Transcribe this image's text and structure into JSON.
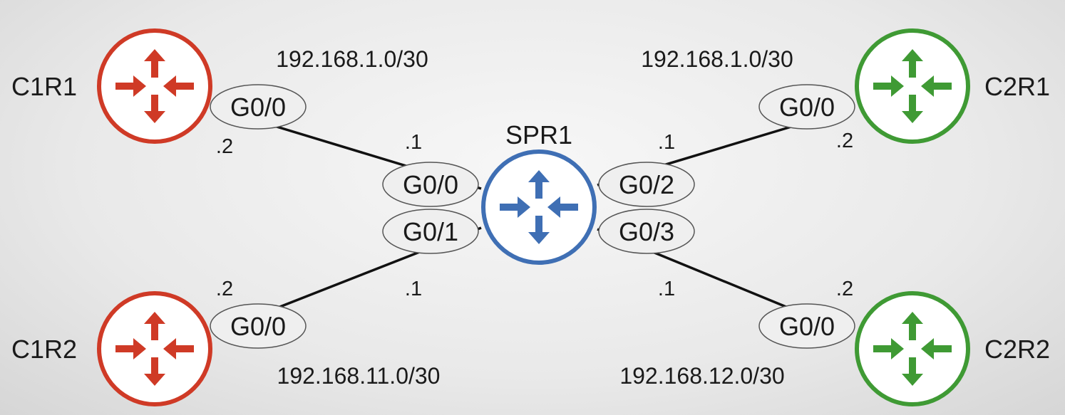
{
  "routers": {
    "c1r1": {
      "label": "C1R1",
      "color": "#cf3a26"
    },
    "c1r2": {
      "label": "C1R2",
      "color": "#cf3a26"
    },
    "spr1": {
      "label": "SPR1",
      "color": "#3f6fb4"
    },
    "c2r1": {
      "label": "C2R1",
      "color": "#3f9a34"
    },
    "c2r2": {
      "label": "C2R2",
      "color": "#3f9a34"
    }
  },
  "interfaces": {
    "c1r1_g00": "G0/0",
    "c1r2_g00": "G0/0",
    "spr1_g00": "G0/0",
    "spr1_g01": "G0/1",
    "spr1_g02": "G0/2",
    "spr1_g03": "G0/3",
    "c2r1_g00": "G0/0",
    "c2r2_g00": "G0/0"
  },
  "subnets": {
    "c1r1_link": "192.168.1.0/30",
    "c2r1_link": "192.168.1.0/30",
    "c1r2_link": "192.168.11.0/30",
    "c2r2_link": "192.168.12.0/30"
  },
  "host_addresses": {
    "c1r1": ".2",
    "spr1_g00": ".1",
    "c1r2": ".2",
    "spr1_g01": ".1",
    "spr1_g02": ".1",
    "c2r1": ".2",
    "spr1_g03": ".1",
    "c2r2": ".2"
  },
  "icon": "router-icon"
}
